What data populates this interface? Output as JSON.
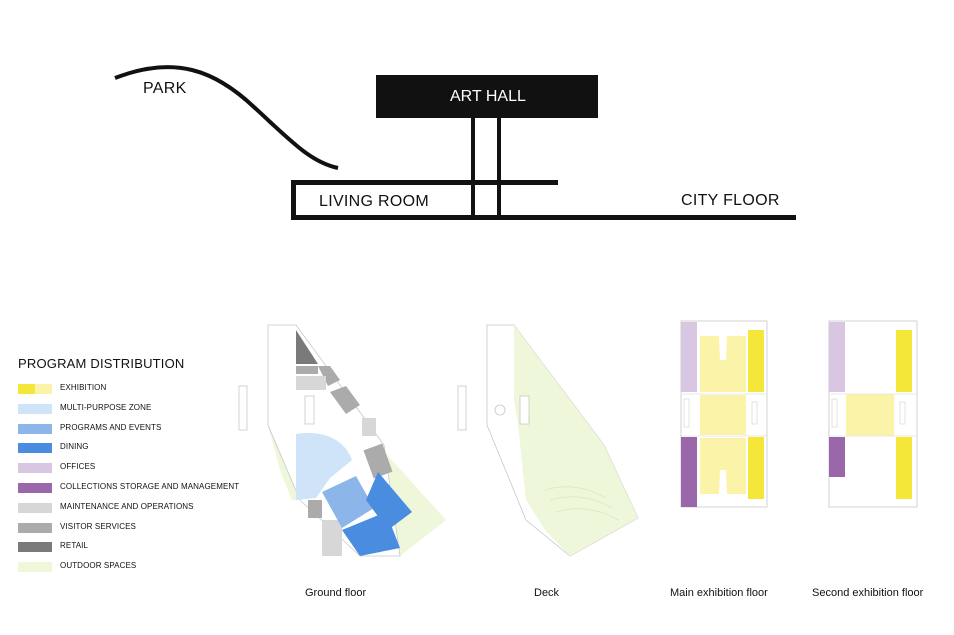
{
  "diagram": {
    "park_label": "PARK",
    "art_hall_label": "ART HALL",
    "living_room_label": "LIVING ROOM",
    "city_floor_label": "CITY FLOOR"
  },
  "legend": {
    "title": "PROGRAM DISTRIBUTION",
    "items": [
      {
        "label": "EXHIBITION",
        "color": "#f5e63a",
        "color2": "#fbf4a8"
      },
      {
        "label": "MULTI-PURPOSE ZONE",
        "color": "#cfe4f8"
      },
      {
        "label": "PROGRAMS AND EVENTS",
        "color": "#8cb6ea"
      },
      {
        "label": "DINING",
        "color": "#4a8de0"
      },
      {
        "label": "OFFICES",
        "color": "#d8c6e2"
      },
      {
        "label": "COLLECTIONS STORAGE AND MANAGEMENT",
        "color": "#9a68aa"
      },
      {
        "label": "MAINTENANCE AND OPERATIONS",
        "color": "#d7d7d7"
      },
      {
        "label": "VISITOR SERVICES",
        "color": "#ababab"
      },
      {
        "label": "RETAIL",
        "color": "#7a7a7a"
      },
      {
        "label": "OUTDOOR SPACES",
        "color": "#eef7d9"
      }
    ]
  },
  "plans": [
    {
      "caption": "Ground floor"
    },
    {
      "caption": "Deck"
    },
    {
      "caption": "Main exhibition floor"
    },
    {
      "caption": "Second exhibition floor"
    }
  ]
}
